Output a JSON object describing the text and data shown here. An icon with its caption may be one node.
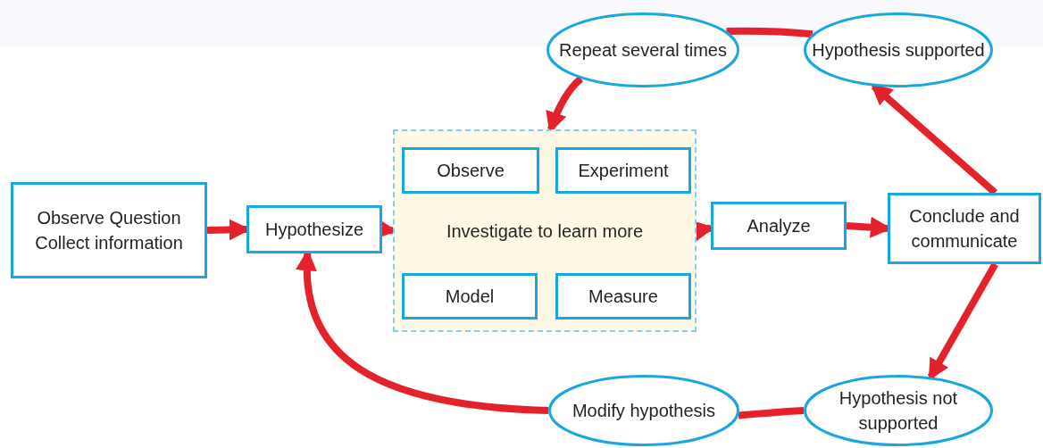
{
  "diagram": {
    "nodes": [
      {
        "text": [
          "Observe Question Collect information"
        ]
      },
      {
        "text": [
          "Hypothesize"
        ]
      },
      {
        "text": [
          "Investigate to learn more"
        ]
      },
      {
        "text": [
          "Observe"
        ],
        "in": 2
      },
      {
        "text": [
          "Experiment"
        ],
        "in": 2
      },
      {
        "text": [
          "Model"
        ],
        "in": 2
      },
      {
        "text": [
          "Measure"
        ],
        "in": 2
      },
      {
        "text": [
          "Analyze"
        ]
      },
      {
        "text": [
          "Conclude and communicate"
        ]
      },
      {
        "text": [
          "Repeat several times"
        ]
      },
      {
        "text": [
          "Hypothesis supported"
        ]
      },
      {
        "text": [
          "Modify hypothesis"
        ]
      },
      {
        "text": [
          "Hypothesis not supported"
        ]
      }
    ],
    "edges": [
      {
        "from": 0,
        "to": 1,
        "arrow": "to"
      },
      {
        "from": 1,
        "to": 2,
        "arrow": "to"
      },
      {
        "from": 2,
        "to": 7,
        "arrow": "to"
      },
      {
        "from": 7,
        "to": 8,
        "arrow": "to"
      },
      {
        "from": 8,
        "to": 10,
        "arrow": "to"
      },
      {
        "from": 10,
        "to": 9,
        "arrow": "none"
      },
      {
        "from": 9,
        "to": 2,
        "arrow": "to"
      },
      {
        "from": 8,
        "to": 12,
        "arrow": "to"
      },
      {
        "from": 12,
        "to": 11,
        "arrow": "none"
      },
      {
        "from": 11,
        "to": 1,
        "arrow": "to"
      }
    ]
  }
}
